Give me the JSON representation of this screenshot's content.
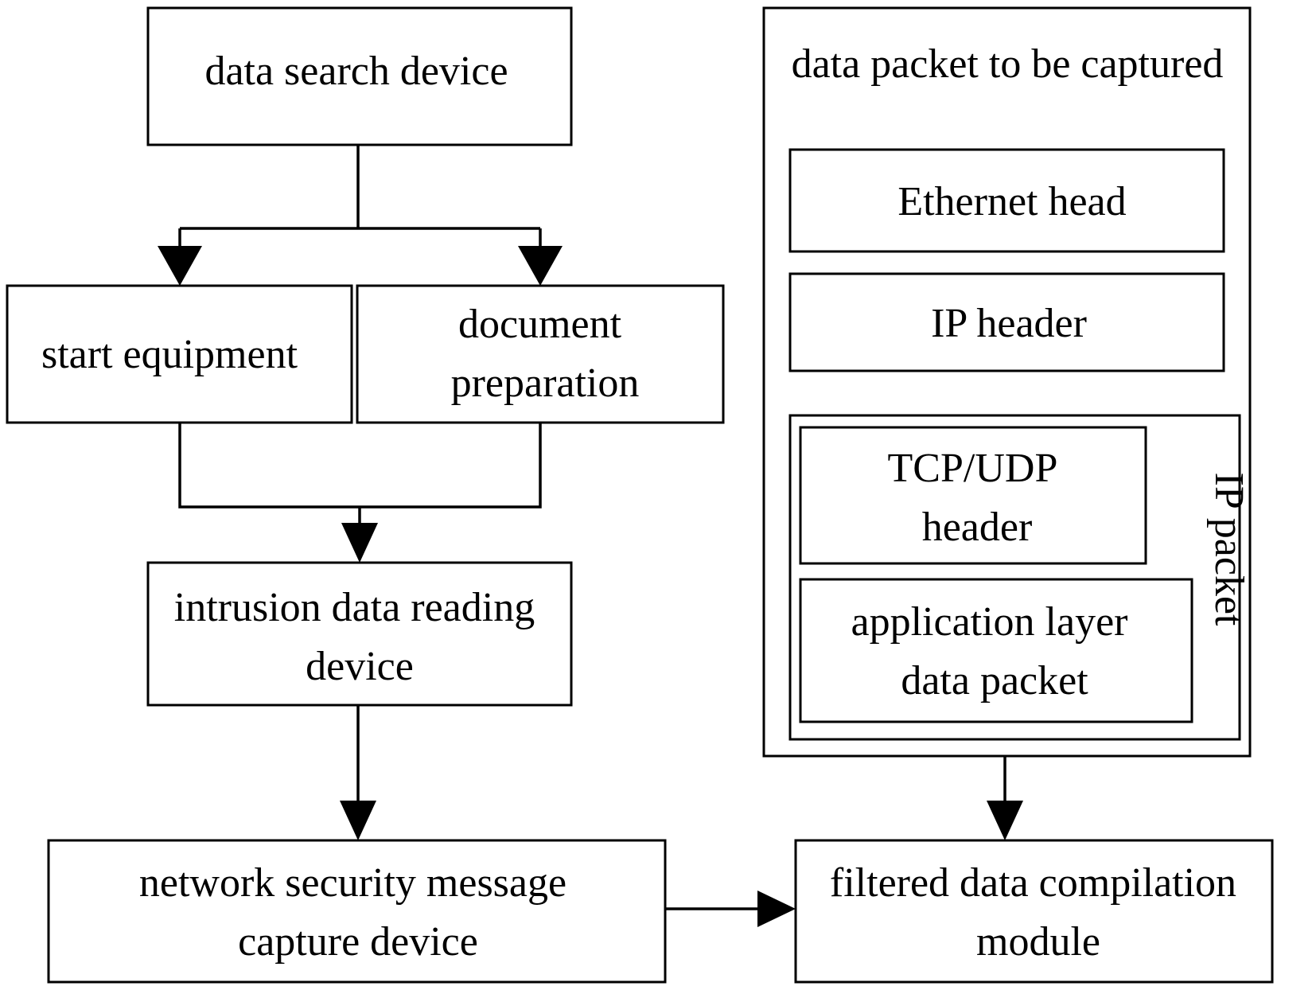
{
  "nodes": {
    "data_search_device": {
      "lines": [
        "data search device"
      ]
    },
    "start_equipment": {
      "lines": [
        "start equipment"
      ]
    },
    "document_preparation": {
      "lines": [
        "document",
        "preparation"
      ]
    },
    "intrusion_data_reading_device": {
      "lines": [
        "intrusion data reading",
        "device"
      ]
    },
    "network_security_message_capture_device": {
      "lines": [
        "network security message",
        "capture device"
      ]
    },
    "data_packet_to_be_captured": {
      "lines": [
        "data packet to be captured"
      ]
    },
    "ethernet_head": {
      "lines": [
        "Ethernet head"
      ]
    },
    "ip_header": {
      "lines": [
        "IP header"
      ]
    },
    "tcp_udp_header": {
      "lines": [
        "TCP/UDP",
        "header"
      ]
    },
    "application_layer_data_packet": {
      "lines": [
        "application layer",
        "data packet"
      ]
    },
    "ip_packet": {
      "lines": [
        "IP packet"
      ]
    },
    "filtered_data_compilation_module": {
      "lines": [
        "filtered data compilation",
        "module"
      ]
    }
  },
  "edges": [
    {
      "from": "data_search_device",
      "to": "start_equipment"
    },
    {
      "from": "data_search_device",
      "to": "document_preparation"
    },
    {
      "from": "start_equipment",
      "to": "intrusion_data_reading_device"
    },
    {
      "from": "document_preparation",
      "to": "intrusion_data_reading_device"
    },
    {
      "from": "intrusion_data_reading_device",
      "to": "network_security_message_capture_device"
    },
    {
      "from": "network_security_message_capture_device",
      "to": "filtered_data_compilation_module"
    },
    {
      "from": "data_packet_to_be_captured",
      "to": "filtered_data_compilation_module"
    }
  ]
}
